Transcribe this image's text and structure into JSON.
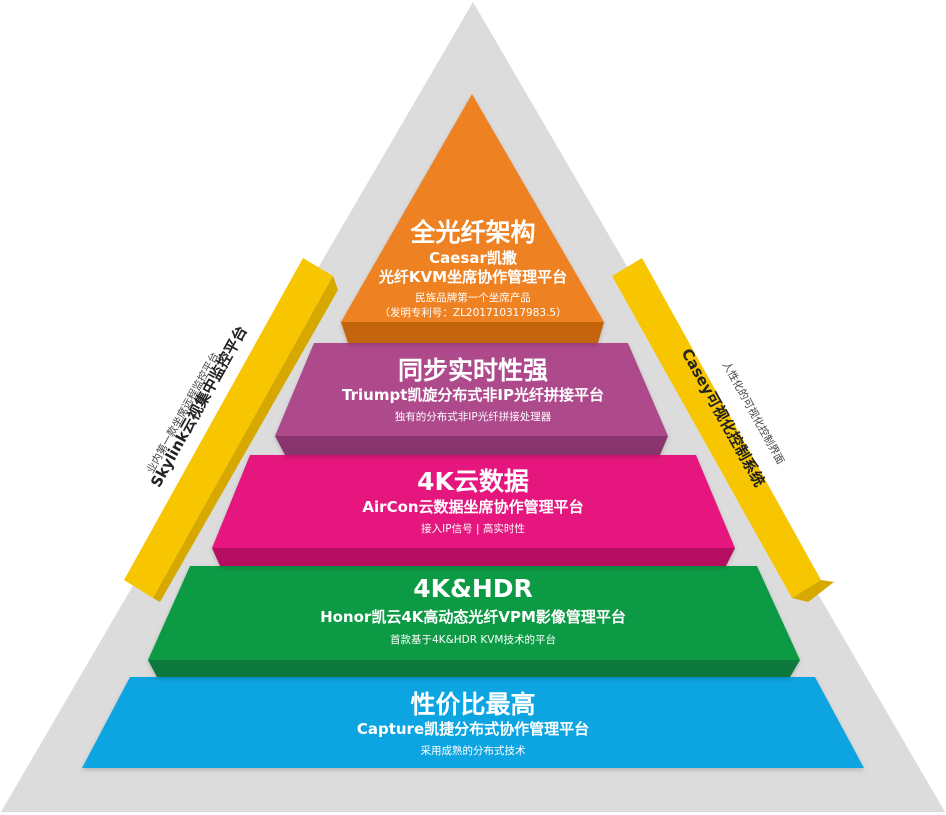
{
  "tiers": [
    {
      "title": "全光纤架构",
      "subtitle": "Caesar凯撒",
      "subtitle2": "光纤KVM坐席协作管理平台",
      "note": "民族品牌第一个坐席产品",
      "note2": "（发明专利号：ZL201710317983.5）",
      "color": "#EE8220"
    },
    {
      "title": "同步实时性强",
      "subtitle": "Triumpt凯旋分布式非IP光纤拼接平台",
      "note": "独有的分布式非IP光纤拼接处理器",
      "color": "#AE4A8C"
    },
    {
      "title": "4K云数据",
      "subtitle": "AirCon云数据坐席协作管理平台",
      "note": "接入IP信号 | 高实时性",
      "color": "#E5177E"
    },
    {
      "title": "4K&HDR",
      "subtitle": "Honor凯云4K高动态光纤VPM影像管理平台",
      "note": "首款基于4K&HDR KVM技术的平台",
      "color": "#0E9A45"
    },
    {
      "title": "性价比最高",
      "subtitle": "Capture凯捷分布式协作管理平台",
      "note": "采用成熟的分布式技术",
      "color": "#0EA4E2"
    }
  ],
  "left_band": {
    "title": "Skylink云视集中监控平台",
    "note": "业内第一款坐席远程监控平台",
    "color": "#F7C600"
  },
  "right_band": {
    "title": "Casey可视化控制系统",
    "note": "人性化的可视化控制界面",
    "color": "#F7C600"
  },
  "frame_color": "#DCDCDC"
}
